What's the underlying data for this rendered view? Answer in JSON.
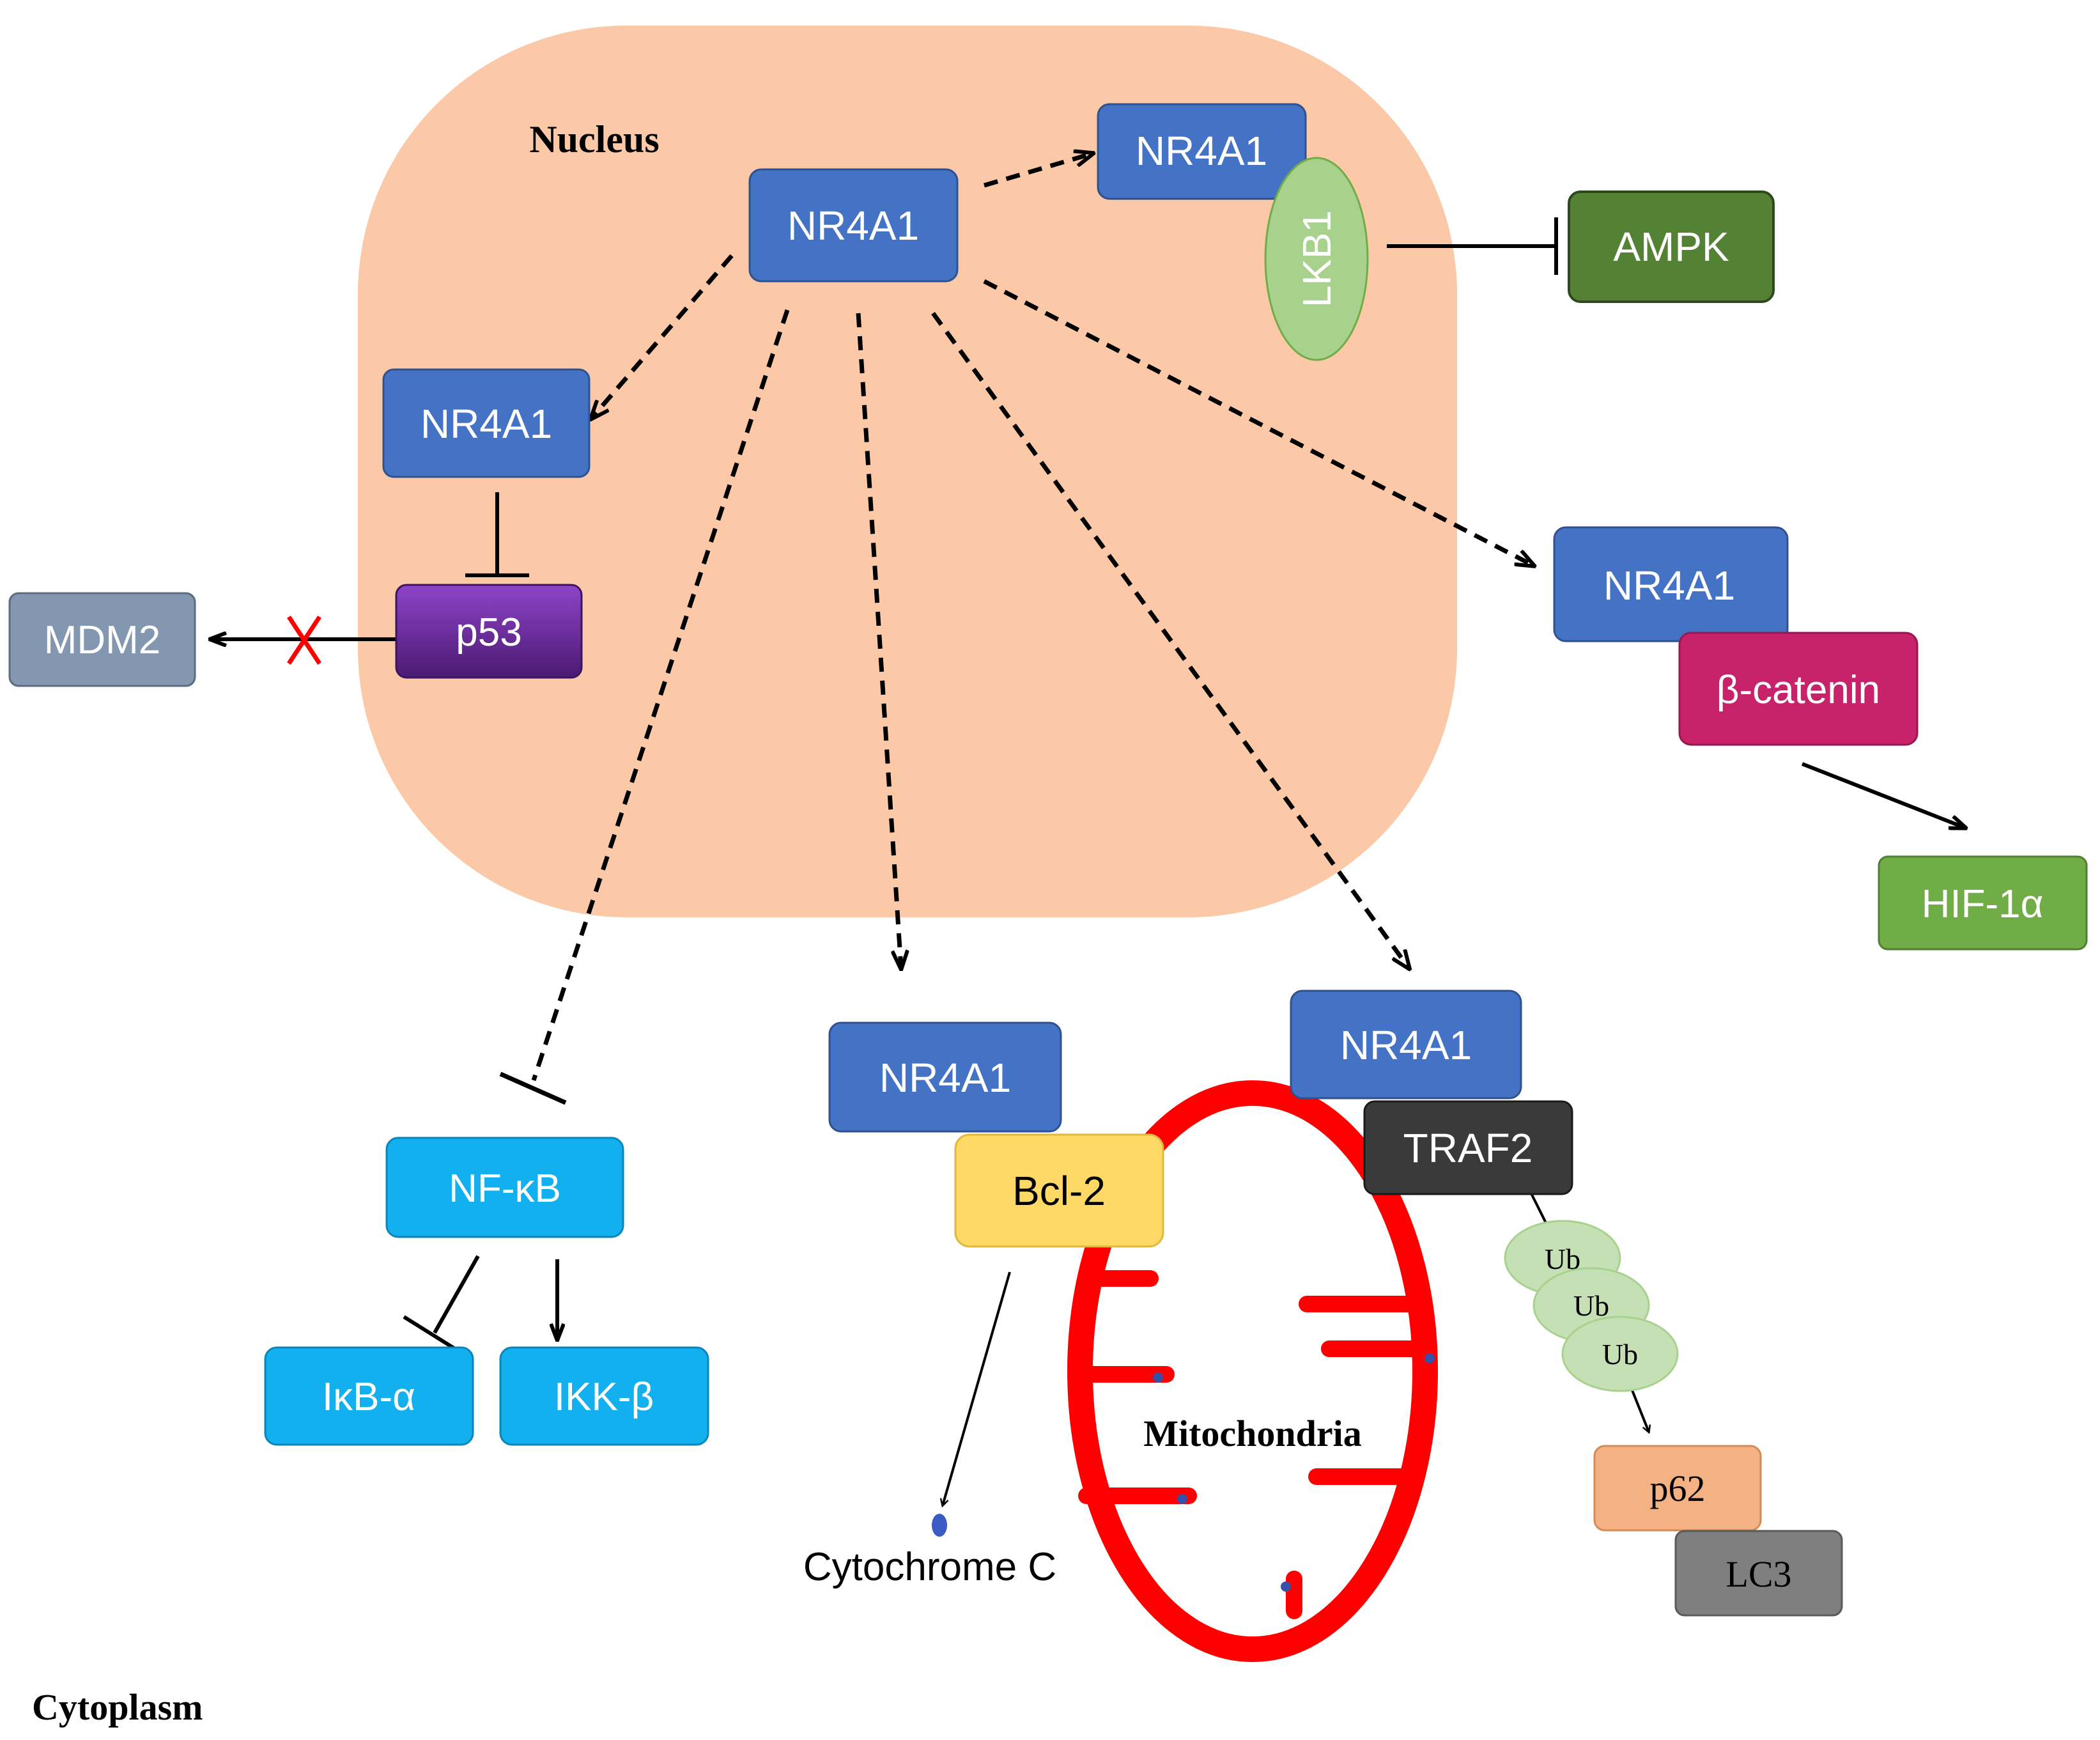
{
  "regions": {
    "nucleus_label": "Nucleus",
    "cytoplasm_label": "Cytoplasm",
    "mitochondria_label": "Mitochondria"
  },
  "nodes": {
    "nr4a1_center": "NR4A1",
    "nr4a1_lkb1": "NR4A1",
    "lkb1": "LKB1",
    "ampk": "AMPK",
    "nr4a1_p53": "NR4A1",
    "p53": "p53",
    "mdm2": "MDM2",
    "nr4a1_bcatenin": "NR4A1",
    "beta_catenin": "β-catenin",
    "hif1a": "HIF-1α",
    "nfkb": "NF-κB",
    "ikba": "IκB-α",
    "ikkb": "IKK-β",
    "nr4a1_bcl2": "NR4A1",
    "bcl2": "Bcl-2",
    "cytochrome_c": "Cytochrome C",
    "nr4a1_traf2": "NR4A1",
    "traf2": "TRAF2",
    "ub1": "Ub",
    "ub2": "Ub",
    "ub3": "Ub",
    "p62": "p62",
    "lc3": "LC3"
  },
  "colors": {
    "nucleus": "#fbc9a8",
    "nr4a1": "#4472c4",
    "lkb1": "#a9d18e",
    "ampk": "#548235",
    "p53": "#7030a0",
    "mdm2": "#8497b0",
    "beta_catenin": "#c8226a",
    "hif1a": "#70ad47",
    "nfkb": "#12b0ef",
    "bcl2": "#ffd966",
    "traf2": "#3a3a3a",
    "ub": "#c5e0b4",
    "p62": "#f4b183",
    "lc3": "#7f7f7f",
    "mitochondria": "#ff0000",
    "blocked_mark": "#ff0000"
  }
}
